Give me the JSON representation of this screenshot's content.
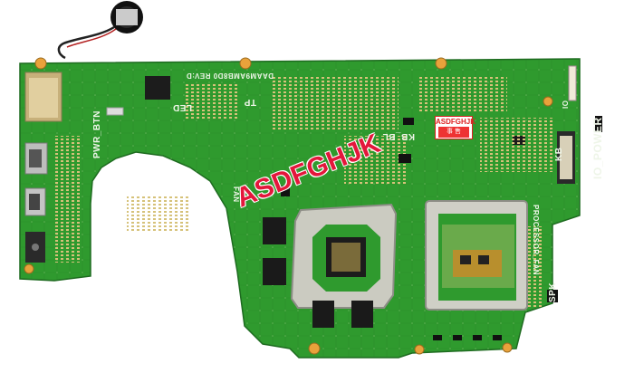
{
  "watermark": {
    "text": "ASDFGHJK"
  },
  "sticker": {
    "top": "ASDFGHJK",
    "bottom": "事 售"
  },
  "silkscreen": {
    "board_id": "DAAM9AMB8D0 REV:D",
    "pwr_btn": "PWR_BTN",
    "led": "LED",
    "tp": "TP",
    "kb_bl": "KB_BL",
    "kb": "KB",
    "io_power": "IO_POWER",
    "io": "IO",
    "fan": "FAN",
    "processor_fan": "PROCESSOR_FAN",
    "spk": "SPK"
  },
  "colors": {
    "pcb": "#2f9a2e",
    "pcb_dark": "#1e7a21",
    "silkscreen": "#eef5e8",
    "chip": "#1c1c1c",
    "heatsink_frame": "#c9c9c0",
    "gold_pad": "#c79a3a",
    "watermark": "#e3173b"
  }
}
